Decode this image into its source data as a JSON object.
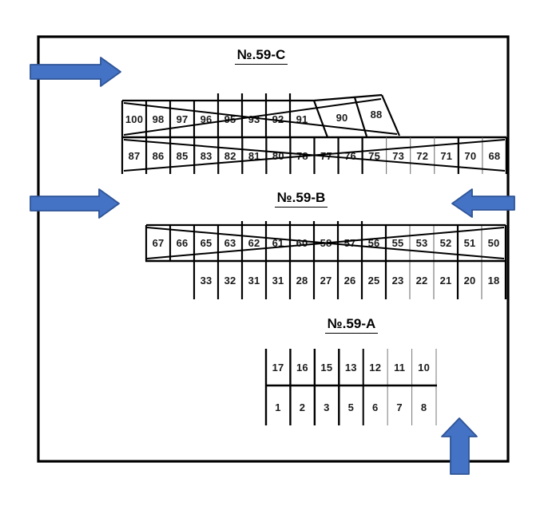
{
  "diagram_title": "Parking layout No.59",
  "colors": {
    "line": "#000000",
    "thin_line": "#666666",
    "arrow_fill": "#4472C4",
    "arrow_stroke": "#2F5597",
    "text": "#1c1c1c",
    "background": "#ffffff"
  },
  "sections": {
    "c": {
      "title": "№.59-C",
      "top_row": [
        "100",
        "98",
        "97",
        "96",
        "95",
        "93",
        "92",
        "91",
        "90",
        "88"
      ],
      "bottom_row": [
        "87",
        "86",
        "85",
        "83",
        "82",
        "81",
        "80",
        "78",
        "77",
        "76",
        "75",
        "73",
        "72",
        "71",
        "70",
        "68"
      ]
    },
    "b": {
      "title": "№.59-B",
      "top_row": [
        "67",
        "66",
        "65",
        "63",
        "62",
        "61",
        "60",
        "58",
        "57",
        "56",
        "55",
        "53",
        "52",
        "51",
        "50"
      ],
      "bottom_row": [
        "33",
        "32",
        "31",
        "31",
        "28",
        "27",
        "26",
        "25",
        "23",
        "22",
        "21",
        "20",
        "18"
      ]
    },
    "a": {
      "title": "№.59-A",
      "top_row": [
        "17",
        "16",
        "15",
        "13",
        "12",
        "11",
        "10"
      ],
      "bottom_row": [
        "1",
        "2",
        "3",
        "5",
        "6",
        "7",
        "8"
      ]
    }
  },
  "arrows": [
    {
      "name": "flow-arrow-top-left",
      "direction": "right"
    },
    {
      "name": "flow-arrow-middle-left",
      "direction": "right"
    },
    {
      "name": "flow-arrow-middle-right",
      "direction": "left"
    },
    {
      "name": "flow-arrow-bottom",
      "direction": "up"
    }
  ]
}
